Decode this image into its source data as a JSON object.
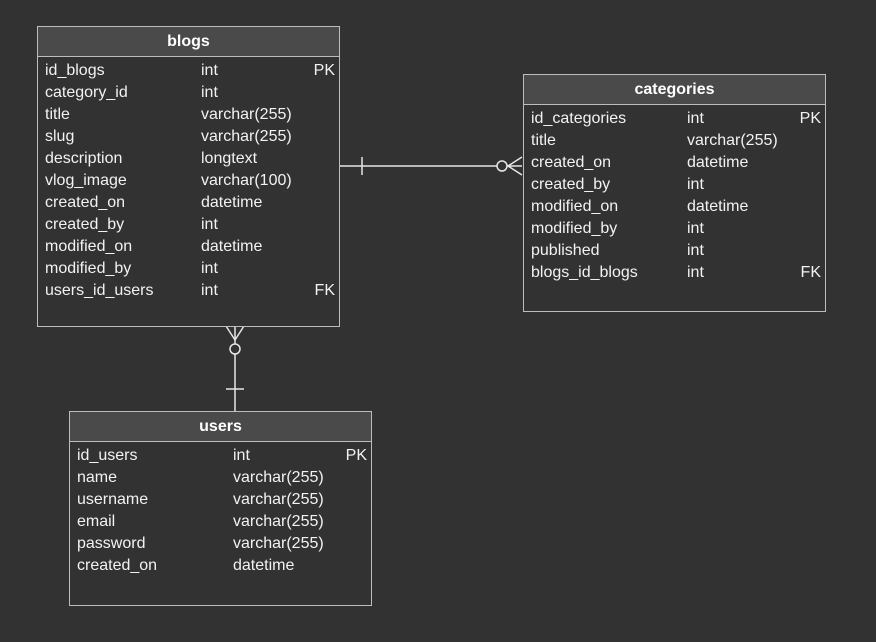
{
  "entities": {
    "blogs": {
      "title": "blogs",
      "rows": [
        {
          "name": "id_blogs",
          "type": "int",
          "key": "PK"
        },
        {
          "name": "category_id",
          "type": "int",
          "key": ""
        },
        {
          "name": "title",
          "type": "varchar(255)",
          "key": ""
        },
        {
          "name": "slug",
          "type": "varchar(255)",
          "key": ""
        },
        {
          "name": "description",
          "type": "longtext",
          "key": ""
        },
        {
          "name": "vlog_image",
          "type": "varchar(100)",
          "key": ""
        },
        {
          "name": "created_on",
          "type": "datetime",
          "key": ""
        },
        {
          "name": "created_by",
          "type": "int",
          "key": ""
        },
        {
          "name": "modified_on",
          "type": "datetime",
          "key": ""
        },
        {
          "name": "modified_by",
          "type": "int",
          "key": ""
        },
        {
          "name": "users_id_users",
          "type": "int",
          "key": "FK"
        }
      ]
    },
    "categories": {
      "title": "categories",
      "rows": [
        {
          "name": "id_categories",
          "type": "int",
          "key": "PK"
        },
        {
          "name": "title",
          "type": "varchar(255)",
          "key": ""
        },
        {
          "name": "created_on",
          "type": "datetime",
          "key": ""
        },
        {
          "name": "created_by",
          "type": "int",
          "key": ""
        },
        {
          "name": "modified_on",
          "type": "datetime",
          "key": ""
        },
        {
          "name": "modified_by",
          "type": "int",
          "key": ""
        },
        {
          "name": "published",
          "type": "int",
          "key": ""
        },
        {
          "name": "blogs_id_blogs",
          "type": "int",
          "key": "FK"
        }
      ]
    },
    "users": {
      "title": "users",
      "rows": [
        {
          "name": "id_users",
          "type": "int",
          "key": "PK"
        },
        {
          "name": "name",
          "type": "varchar(255)",
          "key": ""
        },
        {
          "name": "username",
          "type": "varchar(255)",
          "key": ""
        },
        {
          "name": "email",
          "type": "varchar(255)",
          "key": ""
        },
        {
          "name": "password",
          "type": "varchar(255)",
          "key": ""
        },
        {
          "name": "created_on",
          "type": "datetime",
          "key": ""
        }
      ]
    }
  },
  "relationships": [
    {
      "from": "blogs",
      "from_cardinality": "one",
      "to": "categories",
      "to_cardinality": "zero-or-many"
    },
    {
      "from": "users",
      "from_cardinality": "one",
      "to": "blogs",
      "to_cardinality": "zero-or-many"
    }
  ],
  "colors": {
    "background": "#323232",
    "header": "#4a4a4a",
    "border": "#bdbdbd",
    "text": "#f2f2f2",
    "connector": "#e6e6e6"
  }
}
